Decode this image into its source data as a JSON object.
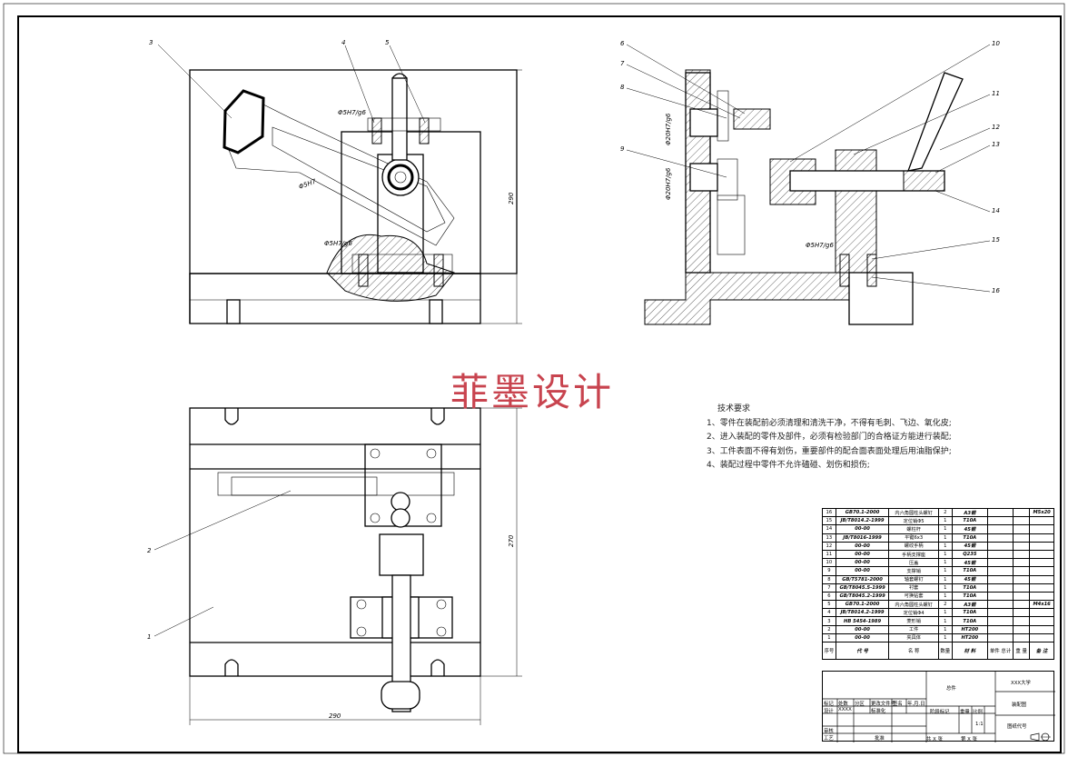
{
  "watermark": "菲墨设计",
  "part_labels": {
    "p1": "1",
    "p2": "2",
    "p3": "3",
    "p4": "4",
    "p5": "5",
    "p6": "6",
    "p7": "7",
    "p8": "8",
    "p9": "9",
    "p10": "10",
    "p11": "11",
    "p12": "12",
    "p13": "13",
    "p14": "14",
    "p15": "15",
    "p16": "16"
  },
  "dimensions": {
    "front_height": "290",
    "fit_top": "Φ5H7/g6",
    "fit_bottom": "Φ5H7/g6",
    "hidden_note": "Φ5H7",
    "top_height": "270",
    "top_width": "290",
    "side_fit1": "Φ20H7/g6",
    "side_fit2": "Φ20H7/g6",
    "side_fit3": "Φ5H7/g6"
  },
  "technical_requirements": {
    "title": "技术要求",
    "items": [
      "1、零件在装配前必须清理和清洗干净，不得有毛刺、飞边、氧化皮;",
      "2、进入装配的零件及部件，必须有检验部门的合格证方能进行装配;",
      "3、工件表面不得有划伤，重要部件的配合面表面处理后用油脂保护;",
      "4、装配过程中零件不允许磕碰、划伤和损伤;"
    ]
  },
  "bom": {
    "rows": [
      [
        "16",
        "GB70.1-2000",
        "内六角圆柱头螺钉",
        "2",
        "A3钢",
        "",
        "",
        "M5x20"
      ],
      [
        "15",
        "JB/T8014.2-1999",
        "定位销Φ5",
        "1",
        "T10A",
        "",
        "",
        ""
      ],
      [
        "14",
        "00-00",
        "螺柱杆",
        "1",
        "45钢",
        "",
        "",
        ""
      ],
      [
        "13",
        "JB/T8016-1999",
        "平键6x3",
        "1",
        "T10A",
        "",
        "",
        ""
      ],
      [
        "12",
        "00-00",
        "螺纹手柄",
        "1",
        "45钢",
        "",
        "",
        ""
      ],
      [
        "11",
        "00-00",
        "手柄支撑座",
        "1",
        "Q235",
        "",
        "",
        ""
      ],
      [
        "10",
        "00-00",
        "压盖",
        "1",
        "45钢",
        "",
        "",
        ""
      ],
      [
        "9",
        "00-00",
        "支撑销",
        "1",
        "T10A",
        "",
        "",
        ""
      ],
      [
        "8",
        "GB/T5781-2000",
        "轴套螺钉",
        "1",
        "45钢",
        "",
        "",
        ""
      ],
      [
        "7",
        "GB/T8045.5-1999",
        "衬套",
        "1",
        "T10A",
        "",
        "",
        ""
      ],
      [
        "6",
        "GB/T8045.2-1999",
        "可换钻套",
        "1",
        "T10A",
        "",
        "",
        ""
      ],
      [
        "5",
        "GB70.1-2000",
        "内六角圆柱头螺钉",
        "2",
        "A3钢",
        "",
        "",
        "M4x16"
      ],
      [
        "4",
        "JB/T8014.2-1999",
        "定位销Φ4",
        "1",
        "T10A",
        "",
        "",
        ""
      ],
      [
        "3",
        "HB 5454-1989",
        "菱形销",
        "1",
        "T10A",
        "",
        "",
        ""
      ],
      [
        "2",
        "00-00",
        "工件",
        "1",
        "HT200",
        "",
        "",
        ""
      ],
      [
        "1",
        "00-00",
        "夹具体",
        "1",
        "HT200",
        "",
        "",
        ""
      ]
    ],
    "header": [
      "序号",
      "代  号",
      "名  称",
      "数量",
      "材  料",
      "单件 总计",
      "重  量",
      "备  注"
    ]
  },
  "title_block": {
    "assembly": "总件",
    "school": "XXX大学",
    "drawing_name": "装配图",
    "scale_label": "比例",
    "scale": "1:1",
    "weight_label": "重量",
    "stage_label": "阶段标记",
    "sheet_total": "共 X 张",
    "sheet_no": "第 X 张",
    "drawing_no": "图纸代号",
    "design": "设计",
    "designer": "XXXX",
    "standardize": "标准化",
    "review": "审核",
    "craft": "工艺",
    "approve": "批准",
    "mark": "标记",
    "count": "处数",
    "zone": "分区",
    "change_doc": "更改文件号",
    "signature": "签名",
    "date": "年.月.日"
  }
}
